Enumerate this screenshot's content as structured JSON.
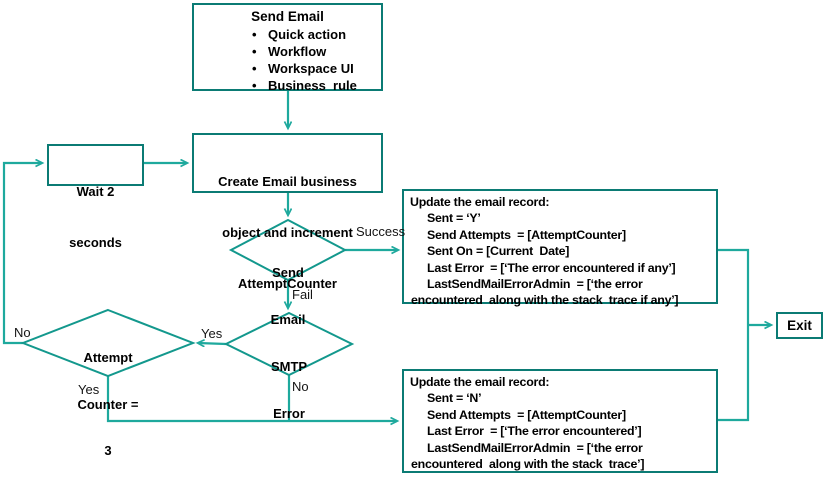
{
  "colors": {
    "box_border": "#0b7b74",
    "diamond_border": "#13988d",
    "connector": "#1ea99d",
    "text": "#000000",
    "background": "#ffffff"
  },
  "nodes": {
    "start": {
      "title": "Send Email",
      "bullets": [
        "Quick action",
        "Workflow",
        "Workspace UI",
        "Business  rule"
      ]
    },
    "wait": {
      "lines": [
        "Wait 2",
        "seconds"
      ]
    },
    "create": {
      "lines": [
        "Create Email business",
        "object and increment",
        "AttemptCounter"
      ]
    },
    "send_decision": {
      "lines": [
        "Send",
        "Email"
      ]
    },
    "smtp_decision": {
      "lines": [
        "SMTP",
        "Error"
      ]
    },
    "attempt_decision": {
      "lines": [
        "Attempt",
        "Counter =",
        "3"
      ]
    },
    "update_success": {
      "lines": [
        "Update the email record:",
        "Sent = ‘Y’",
        "Send Attempts  = [AttemptCounter]",
        "Sent On = [Current  Date]",
        "Last Error  = [‘The error encountered if any’]",
        "LastSendMailErrorAdmin  = [‘the error",
        "encountered  along with the stack  trace if any’]"
      ]
    },
    "update_fail": {
      "lines": [
        "Update the email record:",
        "Sent = ‘N’",
        "Send Attempts  = [AttemptCounter]",
        "Last Error  = [‘The error encountered’]",
        "LastSendMailErrorAdmin  = [‘the error",
        "encountered  along with the stack  trace’]"
      ]
    },
    "exit": {
      "label": "Exit"
    }
  },
  "edge_labels": {
    "success": "Success",
    "fail": "Fail",
    "smtp_yes": "Yes",
    "smtp_no": "No",
    "attempt_no": "No",
    "attempt_yes": "Yes"
  }
}
